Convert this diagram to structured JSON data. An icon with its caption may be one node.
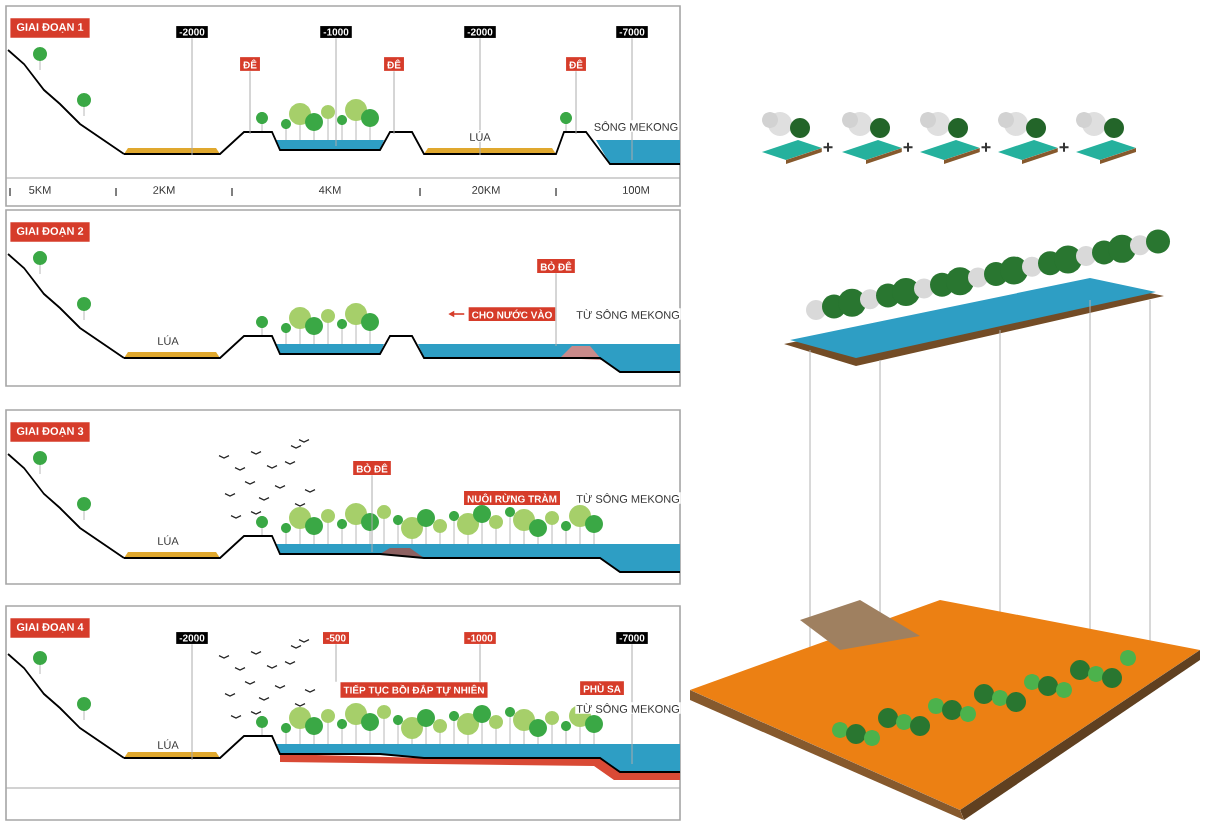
{
  "diagram": {
    "nodes": [
      {
        "text": [
          "GIAI ĐOẠN 1"
        ]
      },
      {
        "text": [
          "-2000"
        ],
        "in": 0
      },
      {
        "text": [
          "-1000"
        ],
        "in": 0
      },
      {
        "text": [
          "-2000"
        ],
        "in": 0
      },
      {
        "text": [
          "-7000"
        ],
        "in": 0
      },
      {
        "text": [
          "ĐÊ"
        ],
        "in": 0
      },
      {
        "text": [
          "ĐÊ"
        ],
        "in": 0
      },
      {
        "text": [
          "ĐÊ"
        ],
        "in": 0
      },
      {
        "text": [
          "GIAI ĐOẠN 2"
        ]
      },
      {
        "text": [
          "BỎ ĐÊ"
        ],
        "in": 8
      },
      {
        "text": [
          "CHO NƯỚC VÀO"
        ],
        "in": 8
      },
      {
        "text": [
          "GIAI ĐOẠN 3"
        ]
      },
      {
        "text": [
          "BỎ ĐÊ"
        ],
        "in": 11
      },
      {
        "text": [
          "NUÔI RỪNG TRÀM"
        ],
        "in": 11
      },
      {
        "text": [
          "GIAI ĐOẠN 4"
        ]
      },
      {
        "text": [
          "-2000"
        ],
        "in": 14
      },
      {
        "text": [
          "-500"
        ],
        "in": 14
      },
      {
        "text": [
          "-1000"
        ],
        "in": 14
      },
      {
        "text": [
          "-7000"
        ],
        "in": 14
      },
      {
        "text": [
          "TIẾP TỤC BỒI ĐẮP TỰ NHIÊN"
        ],
        "in": 14
      },
      {
        "text": [
          "PHÙ SA"
        ],
        "in": 14
      },
      {
        "text": [],
        "shape": "picture",
        "in": 0
      },
      {
        "text": [],
        "shape": "picture",
        "in": 8
      },
      {
        "text": [],
        "shape": "picture",
        "in": 11
      },
      {
        "text": [],
        "shape": "picture",
        "in": 14
      }
    ],
    "edges": [
      {
        "from": 1,
        "to": 21,
        "arrow": "none"
      },
      {
        "from": 2,
        "to": 21,
        "arrow": "none"
      },
      {
        "from": 3,
        "to": 21,
        "arrow": "none"
      },
      {
        "from": 4,
        "to": 21,
        "arrow": "none"
      },
      {
        "from": 5,
        "to": 21,
        "arrow": "none"
      },
      {
        "from": 6,
        "to": 21,
        "arrow": "none"
      },
      {
        "from": 7,
        "to": 21,
        "arrow": "none"
      },
      {
        "from": 9,
        "to": 22,
        "arrow": "none"
      },
      {
        "from": 12,
        "to": 23,
        "arrow": "none"
      },
      {
        "from": 15,
        "to": 24,
        "arrow": "none"
      },
      {
        "from": 16,
        "to": 19,
        "arrow": "none"
      },
      {
        "from": 17,
        "to": 19,
        "arrow": "none"
      },
      {
        "from": 18,
        "to": 24,
        "arrow": "none"
      }
    ],
    "labels": [
      "LÚA",
      "SÔNG MEKONG",
      "5KM",
      "2KM",
      "4KM",
      "20KM",
      "100M",
      "LÚA",
      "TỪ SÔNG MEKONG",
      "LÚA",
      "TỪ SÔNG MEKONG",
      "LÚA",
      "TỪ SÔNG MEKONG",
      "+",
      "+",
      "+",
      "+"
    ]
  }
}
